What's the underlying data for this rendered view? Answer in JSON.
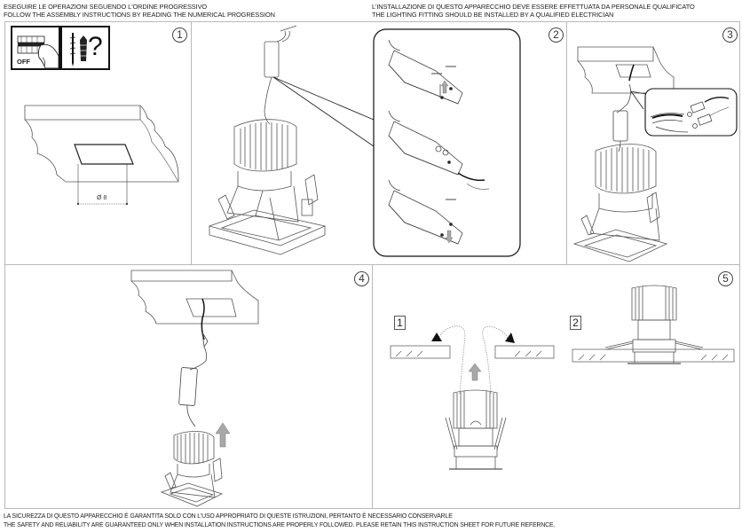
{
  "header": {
    "left": {
      "line1": "ESEGUIRE LE OPERAZIONI SEGUENDO L'ORDINE PROGRESSIVO",
      "line2": "FOLLOW THE ASSEMBLY INSTRUCTIONS BY READING THE NUMERICAL PROGRESSION"
    },
    "right": {
      "line1": "L'INSTALLAZIONE DI QUESTO APPARECCHIO DEVE ESSERE EFFETTUATA DA PERSONALE QUALIFICATO",
      "line2": "THE LIGHTING FITTING SHOULD BE INSTALLED BY A QUALIFIED ELECTRICIAN"
    }
  },
  "steps": [
    {
      "number": "1",
      "icons": [
        "power-off-switch-icon",
        "screw-and-plug-question-icon"
      ],
      "off_label": "OFF",
      "question_mark": "?",
      "dimension_label": "Ø 8"
    },
    {
      "number": "2",
      "description": "driver-terminal-cover-open-wire-close"
    },
    {
      "number": "3",
      "description": "connect-mains-wires-L-N"
    },
    {
      "number": "4",
      "description": "push-fixture-into-ceiling"
    },
    {
      "number": "5",
      "substeps": [
        {
          "label": "1"
        },
        {
          "label": "2"
        }
      ]
    }
  ],
  "footer": {
    "line1": "LA SICUREZZA DI QUESTO APPARECCHIO È GARANTITA SOLO CON L'USO APPROPRIATO DI QUESTE ISTRUZIONI, PERTANTO È NECESSARIO CONSERVARLE",
    "line2": "THE SAFETY AND RELIABILITY ARE GUARANTEED ONLY WHEN INSTALLATION INSTRUCTIONS ARE PROPERLY FOLLOWED. PLEASE RETAIN THIS INSTRUCTION SHEET FOR FUTURE REFERNCE."
  },
  "colors": {
    "line": "#3a3a3a",
    "border": "#b9b9b9",
    "arrow_fill": "#a8a8a8"
  }
}
